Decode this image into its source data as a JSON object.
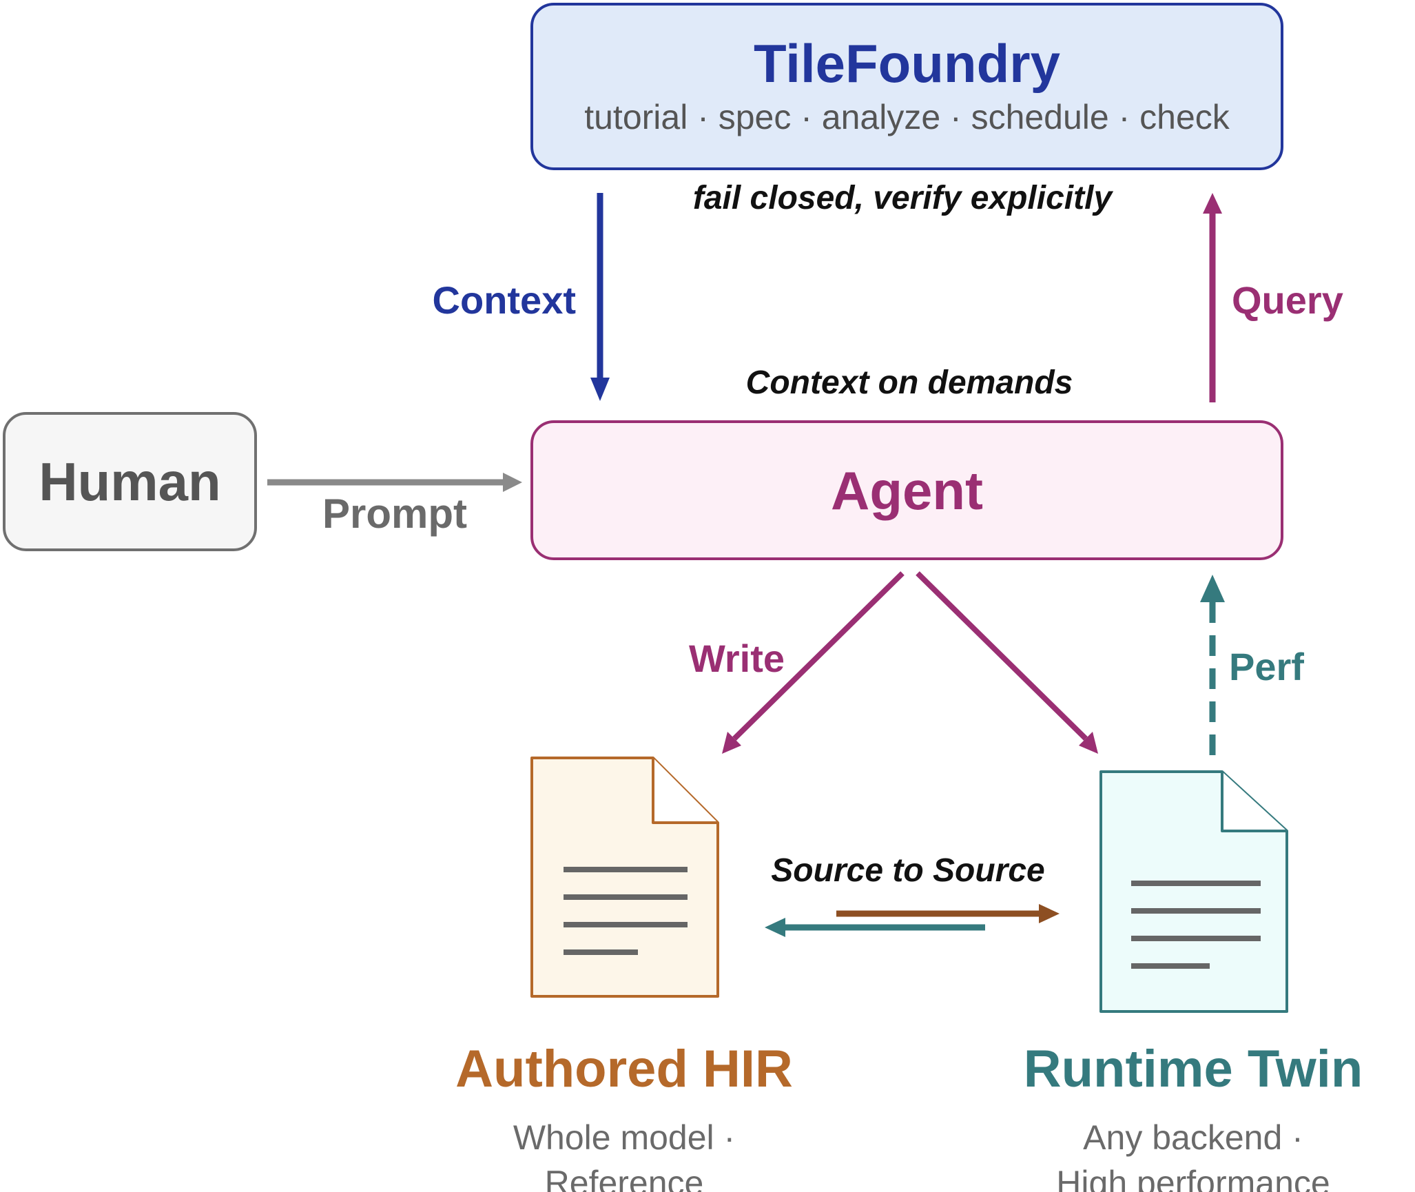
{
  "tilefoundry": {
    "title": "TileFoundry",
    "subtitle": "tutorial · spec · analyze · schedule · check"
  },
  "agent": {
    "title": "Agent"
  },
  "human": {
    "title": "Human"
  },
  "edges": {
    "context": "Context",
    "query": "Query",
    "prompt": "Prompt",
    "write": "Write",
    "perf": "Perf",
    "source_to_source": "Source to Source"
  },
  "notes": {
    "fail_closed": "fail closed, verify explicitly",
    "context_on_demands": "Context on demands"
  },
  "authored_hir": {
    "title": "Authored HIR",
    "desc_line1": "Whole model ·",
    "desc_line2": "Reference"
  },
  "runtime_twin": {
    "title": "Runtime Twin",
    "desc_line1": "Any backend ·",
    "desc_line2": "High performance"
  },
  "colors": {
    "blue": "#22369c",
    "magenta": "#9a2f73",
    "teal": "#357a7e",
    "brown": "#b5692a",
    "gray_arrow": "#8a8a8a",
    "gray_text": "#6a6a6a"
  },
  "icons": [
    "document-icon",
    "document-icon"
  ]
}
